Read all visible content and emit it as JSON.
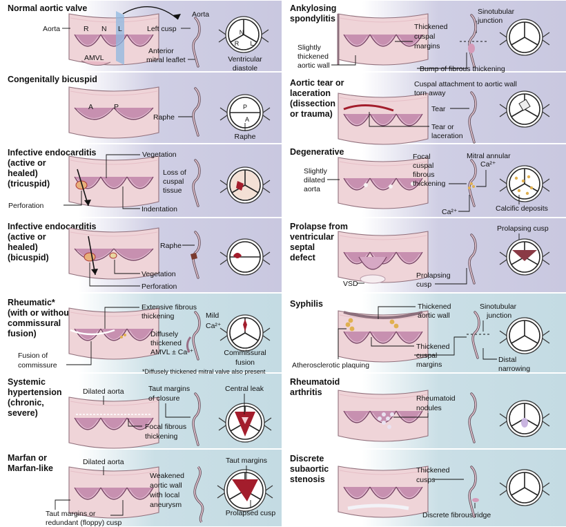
{
  "panels": [
    {
      "id": "normal",
      "title": [
        "Normal aortic valve"
      ],
      "labels": [
        "Aorta",
        "R",
        "N",
        "L",
        "AMVL",
        "Aorta",
        "Left cusp",
        "Anterior",
        "mitral leaflet",
        "N",
        "R",
        "L",
        "Ventricular",
        "diastole"
      ]
    },
    {
      "id": "bicuspid",
      "title": [
        "Congenitally bicuspid"
      ],
      "labels": [
        "A",
        "P",
        "Raphe",
        "P",
        "A",
        "Raphe"
      ]
    },
    {
      "id": "ie-tricuspid",
      "title": [
        "Infective endocarditis",
        "(active or",
        "healed)",
        "(tricuspid)"
      ],
      "labels": [
        "Vegetation",
        "Loss of",
        "cuspal",
        "tissue",
        "Perforation",
        "Indentation"
      ]
    },
    {
      "id": "ie-bicuspid",
      "title": [
        "Infective endocarditis",
        "(active or",
        "healed)",
        "(bicuspid)"
      ],
      "labels": [
        "Raphe",
        "Vegetation",
        "Perforation"
      ]
    },
    {
      "id": "rheumatic",
      "title": [
        "Rheumatic*",
        "(with or without",
        "commissural",
        "fusion)"
      ],
      "labels": [
        "Extensive fibrous",
        "thickening",
        "Mild",
        "Ca2+",
        "Diffusely",
        "thickened",
        "AMVL ± Ca2+",
        "Fusion of",
        "commissure",
        "Commissural",
        "fusion",
        "*Diffusely thickened mitral valve also present"
      ]
    },
    {
      "id": "hypertension",
      "title": [
        "Systemic",
        "hypertension",
        "(chronic,",
        "severe)"
      ],
      "labels": [
        "Dilated aorta",
        "Taut margins",
        "of closure",
        "Central leak",
        "Focal fibrous",
        "thickening"
      ]
    },
    {
      "id": "marfan",
      "title": [
        "Marfan or",
        "Marfan-like"
      ],
      "labels": [
        "Dilated aorta",
        "Weakened",
        "aortic wall",
        "with local",
        "aneurysm",
        "Taut margins",
        "Prolapsed cusp",
        "Taut margins or",
        "redundant (floppy) cusp"
      ]
    },
    {
      "id": "ankylosing",
      "title": [
        "Ankylosing",
        "spondylitis"
      ],
      "labels": [
        "Slightly",
        "thickened",
        "aortic wall",
        "Thickened",
        "cuspal",
        "margins",
        "Sinotubular",
        "junction",
        "Bump of fibrous thickening"
      ]
    },
    {
      "id": "tear",
      "title": [
        "Aortic tear or",
        "laceration",
        "(dissection",
        "or trauma)"
      ],
      "labels": [
        "Cuspal attachment to aortic wall",
        "torn away",
        "Tear",
        "Tear or",
        "laceration"
      ]
    },
    {
      "id": "degenerative",
      "title": [
        "Degenerative"
      ],
      "labels": [
        "Slightly",
        "dilated",
        "aorta",
        "Focal",
        "cuspal",
        "fibrous",
        "thickening",
        "Mitral annular",
        "Ca2+",
        "Ca2+",
        "Calcific deposits"
      ]
    },
    {
      "id": "vsd",
      "title": [
        "Prolapse from",
        "ventricular",
        "septal",
        "defect"
      ],
      "labels": [
        "Prolapsing cusp",
        "VSD",
        "Prolapsing",
        "cusp"
      ]
    },
    {
      "id": "syphilis",
      "title": [
        "Syphilis"
      ],
      "labels": [
        "Thickened",
        "aortic wall",
        "Sinotubular",
        "junction",
        "Atherosclerotic plaquing",
        "Thickened",
        "cuspal",
        "margins",
        "Distal",
        "narrowing"
      ]
    },
    {
      "id": "rheumatoid",
      "title": [
        "Rheumatoid",
        "arthritis"
      ],
      "labels": [
        "Rheumatoid",
        "nodules"
      ]
    },
    {
      "id": "subaortic",
      "title": [
        "Discrete",
        "subaortic",
        "stenosis"
      ],
      "labels": [
        "Thickened",
        "cusps",
        "Discrete fibrous ridge"
      ]
    }
  ],
  "colors": {
    "background_top": "#c9c8e0",
    "background_bottom": "#c4dbe3",
    "tissue": "#efd4d8",
    "cusp": "#c790b0",
    "lesion": "#a31d2c",
    "calcium": "#e0b050",
    "probe": "#8fb8e0"
  }
}
